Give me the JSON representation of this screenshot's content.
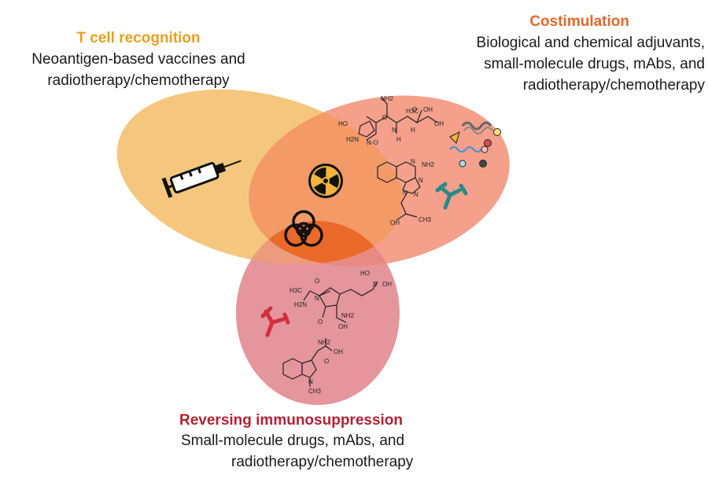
{
  "tcell": {
    "title": "T cell recognition",
    "line1": "Neoantigen-based vaccines and",
    "line2": "radiotherapy/chemotherapy"
  },
  "costimulation": {
    "title": "Costimulation",
    "line1": "Biological and chemical adjuvants,",
    "line2": "small-molecule drugs, mAbs, and",
    "line3": "radiotherapy/chemotherapy"
  },
  "reversing": {
    "title": "Reversing immunosuppression",
    "line1": "Small-molecule drugs, mAbs, and",
    "line2": "radiotherapy/chemotherapy"
  },
  "colors": {
    "tcell_title": "#e8a020",
    "tcell_ellipse": "#f5c77e",
    "costimulation_title": "#e06a2a",
    "costimulation_ellipse": "#f4a08a",
    "reversing_title": "#b22234",
    "reversing_ellipse": "#e5959c",
    "center_overlap": "#ea6a2a",
    "antibody_teal": "#2a8a8a",
    "antibody_red": "#d0303c"
  },
  "icons": [
    "syringe-icon",
    "radiation-icon",
    "biohazard-icon",
    "antibody-icon",
    "molecule-icon"
  ],
  "molecules": {
    "costim_mol1_labels": [
      "NH2",
      "H3C",
      "OH",
      "HO",
      "O",
      "N",
      "OH",
      "H2N",
      "N-O",
      "H",
      "H",
      "O"
    ],
    "costim_mol2_labels": [
      "N",
      "NH2",
      "N",
      "N",
      "N",
      "CH3",
      "OH"
    ],
    "reversing_mol1_labels": [
      "HO",
      "B",
      "OH",
      "H3C",
      "O",
      "N",
      "H2N",
      "NH2",
      "O",
      "OH"
    ],
    "reversing_mol2_labels": [
      "NH2",
      "OH",
      "O",
      "N",
      "CH3"
    ]
  }
}
